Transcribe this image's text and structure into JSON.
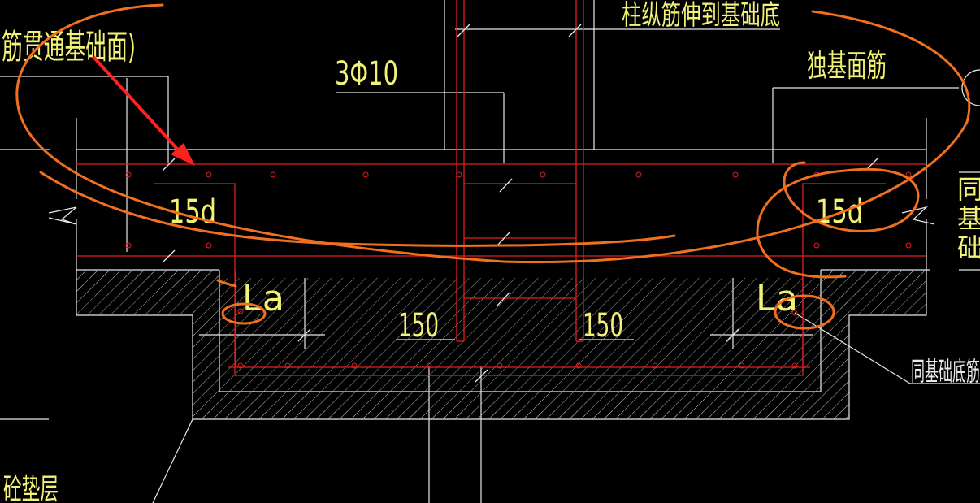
{
  "labels": {
    "top_left_note": "筋贯通基础面)",
    "top_center_note": "柱纵筋伸到基础底",
    "rebar_callout": "3Φ10",
    "right_top_note": "独基面筋",
    "anchor_left": "15d",
    "anchor_right": "15d",
    "la_left": "La",
    "la_right": "La",
    "dim_left": "150",
    "dim_right": "150",
    "right_bottom_note": "同基础底筋",
    "bottom_left_note": "砼垫层",
    "right_edge_chars": [
      "同",
      "基",
      "础"
    ]
  },
  "colors": {
    "background": "#000000",
    "outline": "#e8e8e8",
    "rebar": "#e02020",
    "text": "#f2f275",
    "markup": "#f07020",
    "arrow": "#ff2020",
    "hatch": "#bdbdbd"
  }
}
